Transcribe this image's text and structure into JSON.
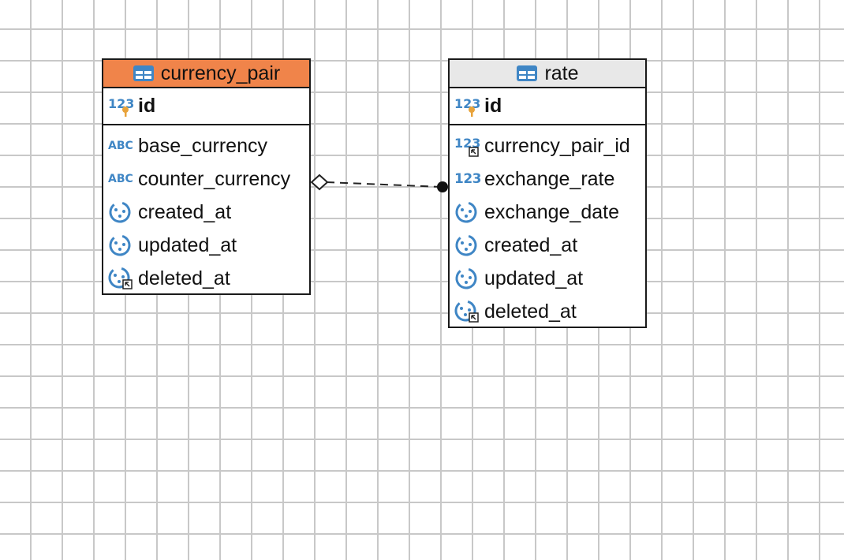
{
  "entities": [
    {
      "name": "currency_pair",
      "header_color": "#f0844a",
      "primary_key": {
        "name": "id",
        "icon": "numeric-key-icon"
      },
      "columns": [
        {
          "name": "base_currency",
          "icon": "abc-string-icon"
        },
        {
          "name": "counter_currency",
          "icon": "abc-string-icon"
        },
        {
          "name": "created_at",
          "icon": "clock-icon"
        },
        {
          "name": "updated_at",
          "icon": "clock-icon"
        },
        {
          "name": "deleted_at",
          "icon": "clock-nullable-icon"
        }
      ]
    },
    {
      "name": "rate",
      "header_color": "#e8e8e8",
      "primary_key": {
        "name": "id",
        "icon": "numeric-key-icon"
      },
      "columns": [
        {
          "name": "currency_pair_id",
          "icon": "numeric-nullable-icon"
        },
        {
          "name": "exchange_rate",
          "icon": "numeric-icon"
        },
        {
          "name": "exchange_date",
          "icon": "clock-icon"
        },
        {
          "name": "created_at",
          "icon": "clock-icon"
        },
        {
          "name": "updated_at",
          "icon": "clock-icon"
        },
        {
          "name": "deleted_at",
          "icon": "clock-nullable-icon"
        }
      ]
    }
  ],
  "relationship": {
    "from": "currency_pair.counter_currency",
    "to": "rate.currency_pair_id",
    "style": "dashed",
    "source_end": "hollow-diamond",
    "target_end": "filled-dot"
  },
  "icon_glyphs": {
    "numeric": "123",
    "abc": "ABC"
  },
  "colors": {
    "icon_blue": "#3f86c5",
    "key_orange": "#e8a33a",
    "grid": "#c8c8c8",
    "border": "#1a1a1a"
  }
}
